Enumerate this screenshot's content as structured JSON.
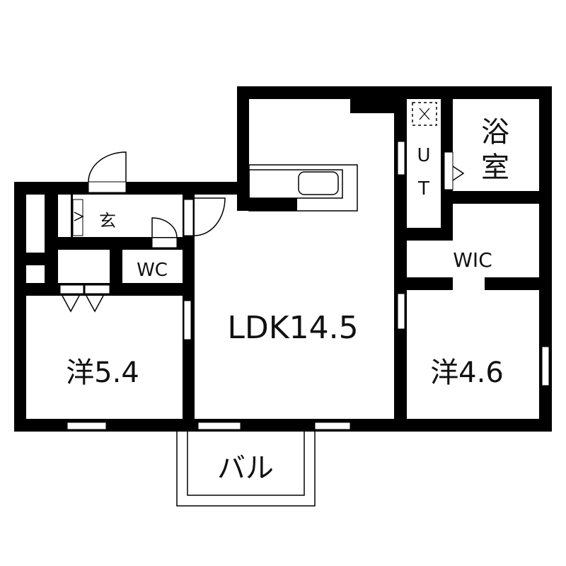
{
  "rooms": {
    "ldk": "LDK14.5",
    "western_left": "洋5.4",
    "western_right": "洋4.6",
    "wic": "WIC",
    "wc": "WC",
    "entrance": "玄",
    "utility_u": "U",
    "utility_t": "T",
    "bath_1": "浴",
    "bath_2": "室",
    "balcony": "バル"
  },
  "colors": {
    "wall": "#000000",
    "floor": "#ffffff"
  }
}
